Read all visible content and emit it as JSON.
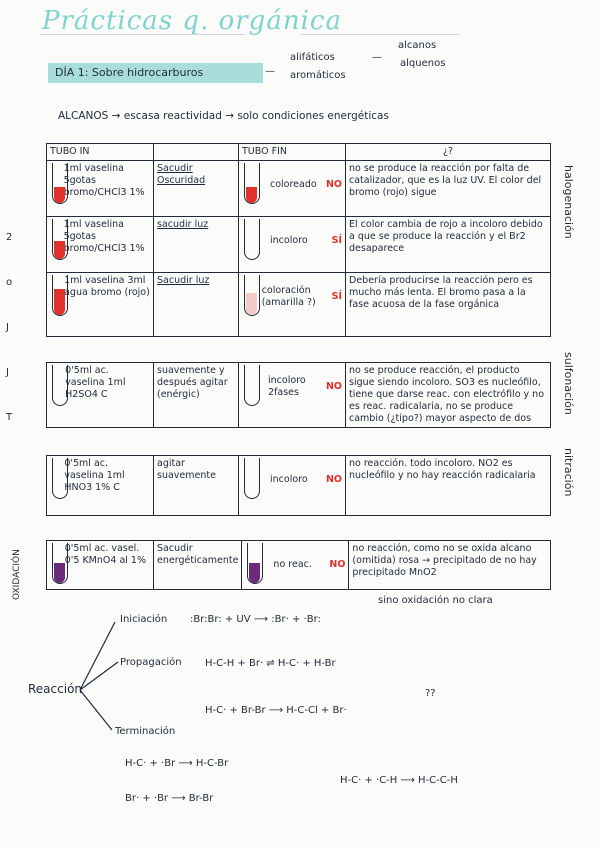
{
  "title": "Prácticas q. orgánica",
  "day": "DÍA 1: Sobre hidrocarburos",
  "branches": {
    "alifaticos": "alifáticos",
    "aromaticos": "aromáticos",
    "alcanos": "alcanos",
    "alquenos": "alquenos"
  },
  "alcanos_note": "ALCANOS → escasa reactividad → solo condiciones energéticas",
  "table_headers": {
    "tubo_in": "TUBO IN",
    "col2": "",
    "tubo_fin": "TUBO FIN",
    "q": "¿?"
  },
  "side_labels": {
    "halogenacion": "halogenación",
    "sulfonacion": "sulfonación",
    "nitracion": "nitración",
    "oxidacion": "OXIDACIÓN",
    "left_letters": "2 o J J T"
  },
  "halogenation_rows": [
    {
      "in": "1ml vaselina 5gotas bromo/CHCl3 1%",
      "action": "Sacudir Oscuridad",
      "fin_desc": "coloreado",
      "tag": "NO",
      "explanation": "no se produce la reacción por falta de catalizador, que es la luz UV. El color del bromo (rojo) sigue"
    },
    {
      "in": "1ml vaselina 5gotas bromo/CHCl3 1%",
      "action": "sacudir luz",
      "fin_desc": "incoloro",
      "tag": "SÍ",
      "explanation": "El color cambia de rojo a incoloro debido a que se produce la reacción y el Br2 desaparece"
    },
    {
      "in": "1ml vaselina 3ml agua bromo (rojo)",
      "action": "Sacudir luz",
      "fin_desc": "coloración (amarilla ?)",
      "tag": "SÍ",
      "explanation": "Debería producirse la reacción pero es mucho más lenta. El bromo pasa a la fase acuosa de la fase orgánica"
    }
  ],
  "sulfonation_row": {
    "in": "0'5ml ac. vaselina 1ml H2SO4 C",
    "action": "suavemente y después agitar (enérgic)",
    "fin_desc": "incoloro",
    "fin_extra": "2fases",
    "tag": "NO",
    "explanation": "no se produce reacción, el producto sigue siendo incoloro. SO3 es nucleófilo, tiene que darse reac. con electrófilo y no es reac. radicalaria, no se produce cambio (¿tipo?) mayor aspecto de dos"
  },
  "nitration_row": {
    "in": "0'5ml ac. vaselina 1ml HNO3 1% C",
    "action": "agitar suavemente",
    "fin_desc": "incoloro",
    "tag": "NO",
    "explanation": "no reacción. todo incoloro. NO2 es nucleófilo y no hay reacción radicalaria"
  },
  "oxidation_row": {
    "in": "0'5ml ac. vasel. 0'5 KMnO4 al 1%",
    "action": "Sacudir energéticamente",
    "fin_desc": "no reac.",
    "tag": "NO",
    "explanation": "no reacción, como no se oxida alcano (omitida) rosa → precipitado de no hay precipitado MnO2",
    "note": "sino oxidación no clara"
  },
  "mechanism": {
    "reaccion": "Reacción",
    "iniciacion": "Iniciación",
    "propagacion": "Propagación",
    "terminacion": "Terminación",
    "init_eq": ":Br:Br: + UV ⟶ :Br· + ·Br:",
    "prop_eq1": "H-C-H + Br· ⇌ H-C· + H-Br",
    "prop_eq2": "H-C· + Br-Br ⟶ H-C-Cl + Br·",
    "term_eq1": "H-C· + ·Br ⟶ H-C-Br",
    "term_eq2": "Br· + ·Br ⟶ Br-Br",
    "term_eq3": "H-C· + ·C-H ⟶ H-C-C-H",
    "question": "??"
  },
  "colors": {
    "title": "#7fd3cf",
    "highlight": "#a9ddd9",
    "red_liquid": "#e0312a",
    "purple_liquid": "#6b2a7a",
    "ink": "#1f2a3a"
  }
}
